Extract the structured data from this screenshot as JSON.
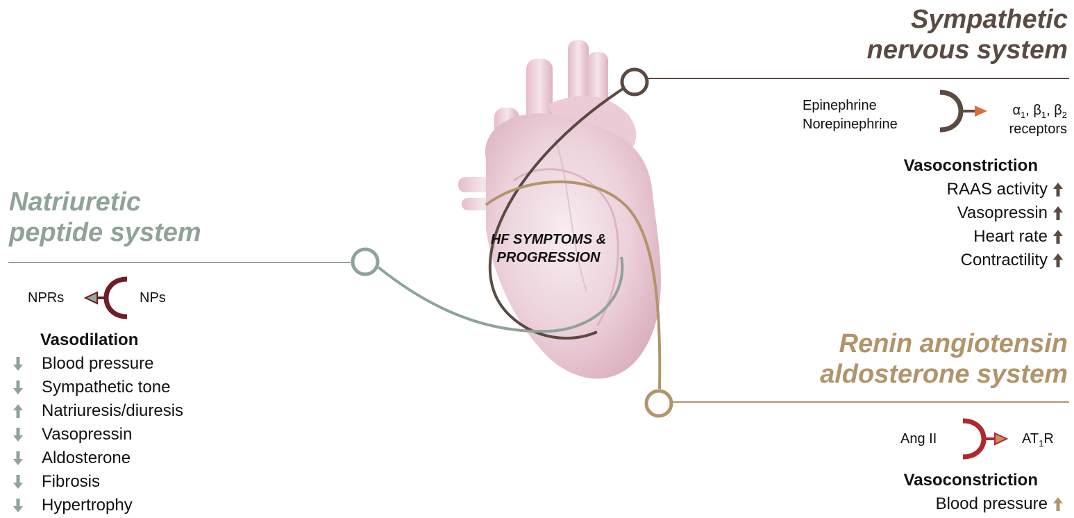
{
  "center": {
    "line1": "HF SYMPTOMS &",
    "line2": "PROGRESSION"
  },
  "sympathetic": {
    "title_line1": "Sympathetic",
    "title_line2": "nervous system",
    "ligand_1": "Epinephrine",
    "ligand_2": "Norepinephrine",
    "receptor_line1_html": "α<sub>1</sub>, β<sub>1</sub>, β<sub>2</sub>",
    "receptor_line2": "receptors",
    "heading": "Vasoconstriction",
    "effects": [
      {
        "label": "RAAS activity",
        "direction": "up"
      },
      {
        "label": "Vasopressin",
        "direction": "up"
      },
      {
        "label": "Heart rate",
        "direction": "up"
      },
      {
        "label": "Contractility",
        "direction": "up"
      }
    ]
  },
  "natriuretic": {
    "title_line1": "Natriuretic",
    "title_line2": "peptide system",
    "receptor": "NPRs",
    "ligand": "NPs",
    "heading": "Vasodilation",
    "effects": [
      {
        "label": "Blood pressure",
        "direction": "down"
      },
      {
        "label": "Sympathetic tone",
        "direction": "down"
      },
      {
        "label": "Natriuresis/diuresis",
        "direction": "up"
      },
      {
        "label": "Vasopressin",
        "direction": "down"
      },
      {
        "label": "Aldosterone",
        "direction": "down"
      },
      {
        "label": "Fibrosis",
        "direction": "down"
      },
      {
        "label": "Hypertrophy",
        "direction": "down"
      }
    ]
  },
  "raas": {
    "title_line1": "Renin angiotensin",
    "title_line2": "aldosterone system",
    "ligand": "Ang II",
    "receptor_html": "AT<sub>1</sub>R",
    "heading": "Vasoconstriction",
    "effects": [
      {
        "label": "Blood pressure",
        "direction": "up"
      }
    ]
  },
  "colors": {
    "sympathetic": "#5a4a42",
    "natriuretic": "#8fa398",
    "raas": "#b2946a",
    "heart": "#e7c4cf",
    "heart_dark": "#c995a8",
    "nps_bracket": "#6e1e26",
    "ang_bracket": "#b0282e",
    "sns_arrow": "#d3703e"
  }
}
